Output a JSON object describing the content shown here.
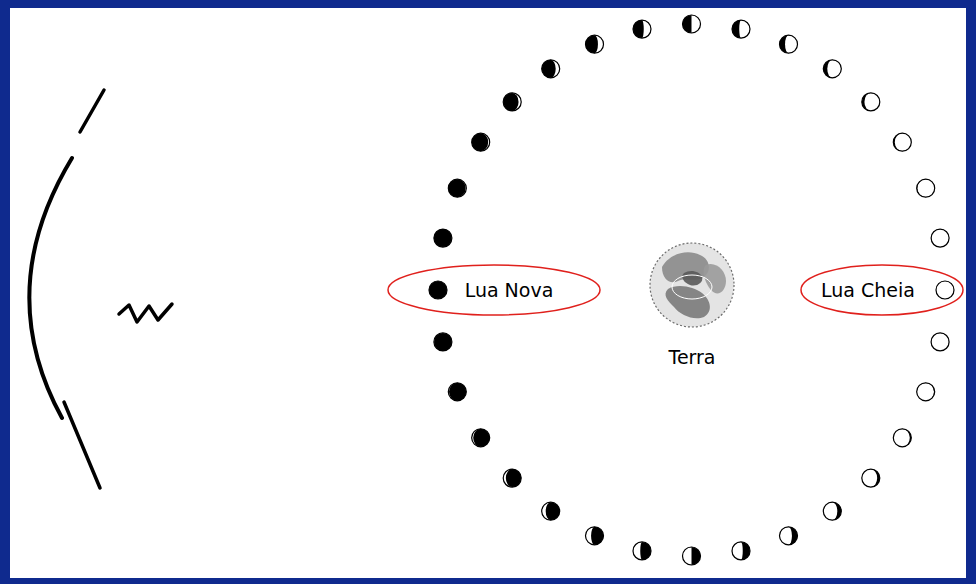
{
  "diagram": {
    "nodes": [
      {
        "text": [
          "Lua Nova"
        ]
      },
      {
        "text": [
          "Terra"
        ]
      },
      {
        "text": [
          "Lua Cheia"
        ]
      }
    ]
  }
}
